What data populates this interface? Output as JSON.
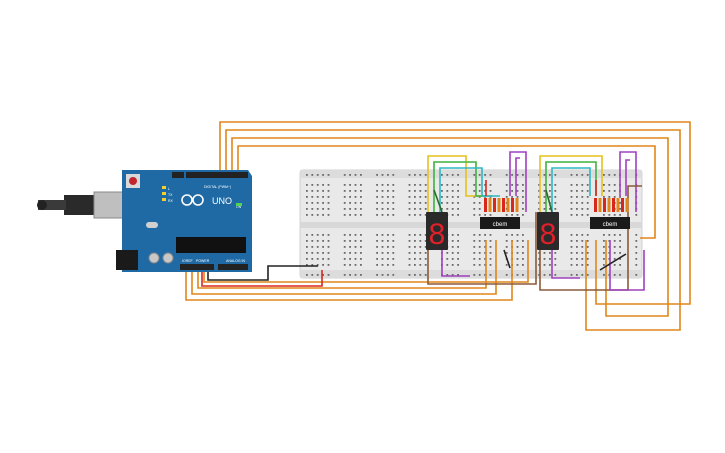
{
  "arduino": {
    "board_label": "UNO",
    "digital_label": "DIGITAL (PWM~)",
    "power_label": "POWER",
    "analog_label": "ANALOG IN",
    "ioref_label": "IOREF",
    "tx_label": "TX",
    "rx_label": "RX",
    "l_label": "L",
    "on_label": "ON",
    "colors": {
      "board": "#1f6aa5",
      "header": "#222222",
      "chip": "#111111"
    }
  },
  "displays": [
    {
      "glyph": "8",
      "color": "#e0202a"
    },
    {
      "glyph": "8",
      "color": "#e0202a"
    }
  ],
  "chips": [
    {
      "label": "cbem"
    },
    {
      "label": "cbem"
    }
  ],
  "wire_colors": {
    "orange": "#e0861a",
    "yellow": "#e6c21a",
    "green": "#3fb23f",
    "cyan": "#2fb6c4",
    "purple": "#a040c0",
    "red": "#d8281e",
    "brown": "#8a5a3a",
    "black": "#222222",
    "darkgreen": "#2a6a2a"
  }
}
